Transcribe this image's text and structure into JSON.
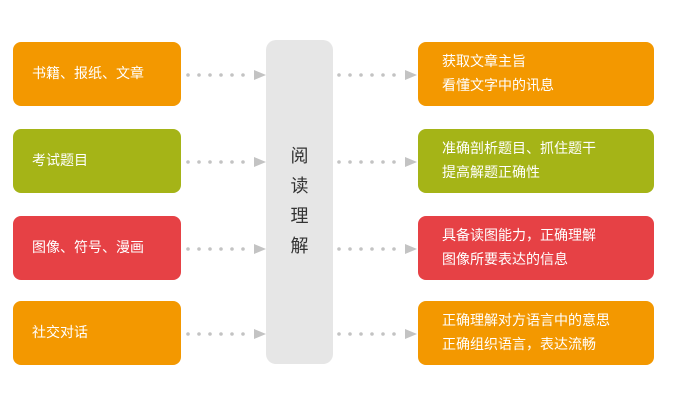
{
  "colors": {
    "orange": "#f39800",
    "olive": "#a5b417",
    "red": "#e64145",
    "center_bg": "#e6e6e6",
    "dots": "#c3c3c3"
  },
  "center": {
    "chars": [
      "阅",
      "读",
      "理",
      "解"
    ]
  },
  "rows": [
    {
      "left": "书籍、报纸、文章",
      "right": [
        "获取文章主旨",
        "看懂文字中的讯息"
      ]
    },
    {
      "left": "考试题目",
      "right": [
        "准确剖析题目、抓住题干",
        "提高解题正确性"
      ]
    },
    {
      "left": "图像、符号、漫画",
      "right": [
        "具备读图能力，正确理解",
        "图像所要表达的信息"
      ]
    },
    {
      "left": "社交对话",
      "right": [
        "正确理解对方语言中的意思",
        "正确组织语言，表达流畅"
      ]
    }
  ]
}
